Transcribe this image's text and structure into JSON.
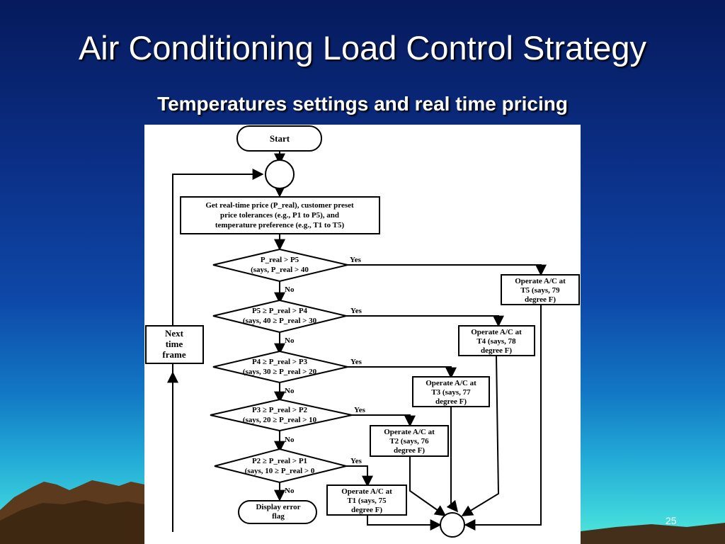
{
  "slide": {
    "title": "Air Conditioning Load Control Strategy",
    "subtitle": "Temperatures settings and real time pricing",
    "number": "25"
  },
  "flowchart": {
    "start_label": "Start",
    "get_price_lines": [
      "Get real-time price (P_real), customer preset",
      "price tolerances (e.g., P1 to P5), and",
      "temperature preference (e.g., T1 to T5)"
    ],
    "next_time_frame_lines": [
      "Next",
      "time",
      "frame"
    ],
    "yes_label": "Yes",
    "no_label": "No",
    "decisions": [
      {
        "condition": "P_real > P5",
        "example": "(says, P_real > 40"
      },
      {
        "condition": "P5 ≥ P_real > P4",
        "example": "(says, 40 ≥ P_real > 30"
      },
      {
        "condition": "P4 ≥ P_real > P3",
        "example": "(says, 30 ≥ P_real > 20"
      },
      {
        "condition": "P3 ≥ P_real > P2",
        "example": "(says, 20 ≥ P_real > 10"
      },
      {
        "condition": "P2 ≥ P_real > P1",
        "example": "(says, 10 ≥ P_real > 0"
      }
    ],
    "operations": [
      {
        "line1": "Operate A/C at",
        "line2": "T5 (says, 79",
        "line3": "degree F)"
      },
      {
        "line1": "Operate A/C at",
        "line2": "T4 (says, 78",
        "line3": "degree F)"
      },
      {
        "line1": "Operate A/C at",
        "line2": "T3 (says, 77",
        "line3": "degree F)"
      },
      {
        "line1": "Operate A/C at",
        "line2": "T2 (says, 76",
        "line3": "degree F)"
      },
      {
        "line1": "Operate A/C at",
        "line2": "T1 (says, 75",
        "line3": "degree F)"
      }
    ],
    "error_lines": [
      "Display error",
      "flag"
    ]
  }
}
